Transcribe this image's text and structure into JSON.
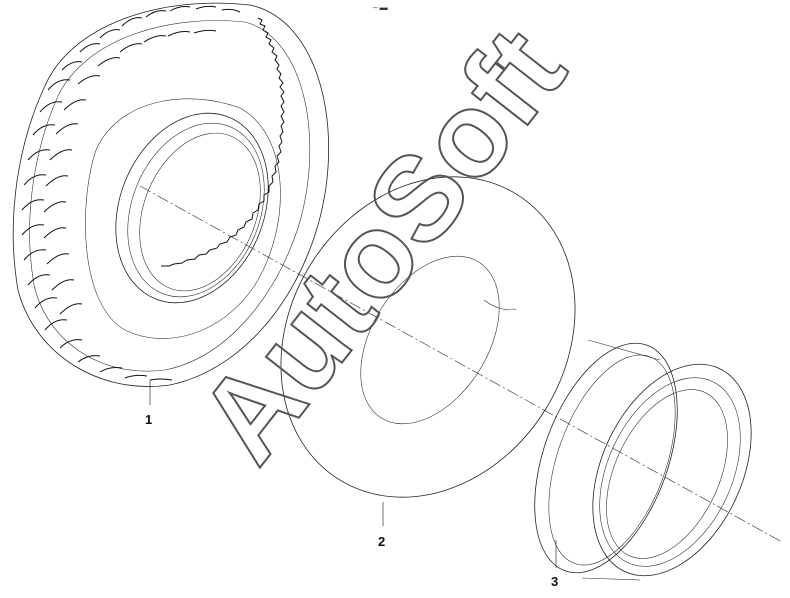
{
  "parts": [
    {
      "callout": "1",
      "part": "tire"
    },
    {
      "callout": "2",
      "part": "inner-tube"
    },
    {
      "callout": "3",
      "part": "rim"
    }
  ],
  "watermark": "AutoSoft",
  "header_mark": "‒ ▬"
}
